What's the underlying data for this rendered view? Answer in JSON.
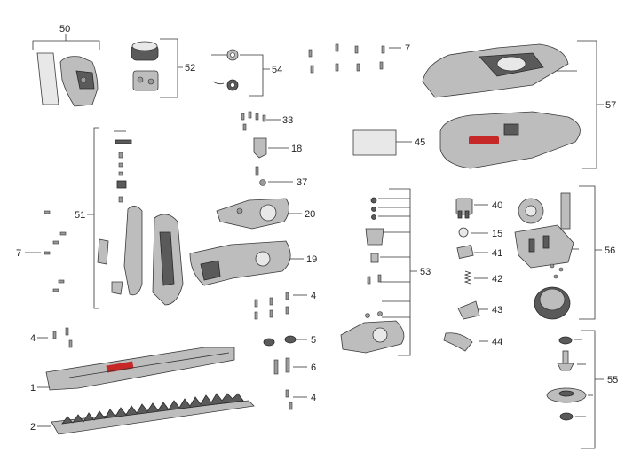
{
  "diagram": {
    "labels": [
      {
        "id": "l50",
        "text": "50"
      },
      {
        "id": "l52",
        "text": "52"
      },
      {
        "id": "l54",
        "text": "54"
      },
      {
        "id": "l7a",
        "text": "7"
      },
      {
        "id": "l57",
        "text": "57"
      },
      {
        "id": "l33",
        "text": "33"
      },
      {
        "id": "l18",
        "text": "18"
      },
      {
        "id": "l45",
        "text": "45"
      },
      {
        "id": "l37",
        "text": "37"
      },
      {
        "id": "l51",
        "text": "51"
      },
      {
        "id": "l20",
        "text": "20"
      },
      {
        "id": "l40",
        "text": "40"
      },
      {
        "id": "l15",
        "text": "15"
      },
      {
        "id": "l56",
        "text": "56"
      },
      {
        "id": "l7b",
        "text": "7"
      },
      {
        "id": "l41",
        "text": "41"
      },
      {
        "id": "l19",
        "text": "19"
      },
      {
        "id": "l53",
        "text": "53"
      },
      {
        "id": "l42",
        "text": "42"
      },
      {
        "id": "l4a",
        "text": "4"
      },
      {
        "id": "l43",
        "text": "43"
      },
      {
        "id": "l4b",
        "text": "4"
      },
      {
        "id": "l5",
        "text": "5"
      },
      {
        "id": "l44",
        "text": "44"
      },
      {
        "id": "l6",
        "text": "6"
      },
      {
        "id": "l55",
        "text": "55"
      },
      {
        "id": "l1",
        "text": "1"
      },
      {
        "id": "l4c",
        "text": "4"
      },
      {
        "id": "l2",
        "text": "2"
      }
    ]
  },
  "colors": {
    "line": "#333333",
    "part_fill": "#bdbdbd",
    "part_dark": "#5a5a5a",
    "brand_red": "#c62828"
  }
}
